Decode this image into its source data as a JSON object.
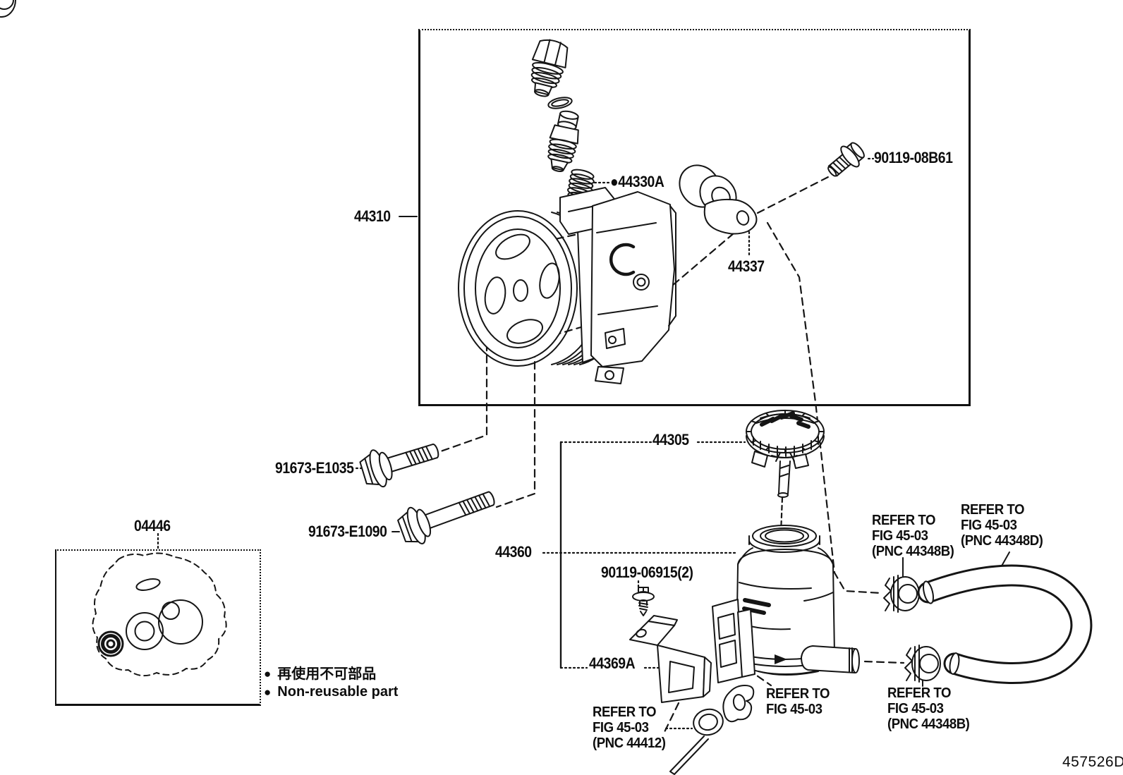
{
  "figure_code": "457526D",
  "labels": {
    "pump_assy": "44310",
    "flow_control_spring": "●44330A",
    "union_bolt": "90119-08B61",
    "suction_connector": "44337",
    "bolt_short": "91673-E1035",
    "bolt_long": "91673-E1090",
    "gasket_kit": "04446",
    "reservoir_cap": "44305",
    "reservoir_assy": "44360",
    "reservoir_screw": "90119-06915(2)",
    "reservoir_bracket": "44369A"
  },
  "refer_notes": {
    "clamp_upper": [
      "REFER TO",
      "FIG 45-03",
      "(PNC 44348B)"
    ],
    "hose": [
      "REFER TO",
      "FIG 45-03",
      "(PNC 44348D)"
    ],
    "clamp_lower": [
      "REFER TO",
      "FIG 45-03",
      "(PNC 44348B)"
    ],
    "reservoir_clamp": [
      "REFER TO",
      "FIG 45-03"
    ],
    "grommet": [
      "REFER TO",
      "FIG 45-03",
      "(PNC 44412)"
    ]
  },
  "legend": {
    "bullet": "●",
    "jp": "再使用不可部品",
    "en": "Non-reusable part"
  }
}
